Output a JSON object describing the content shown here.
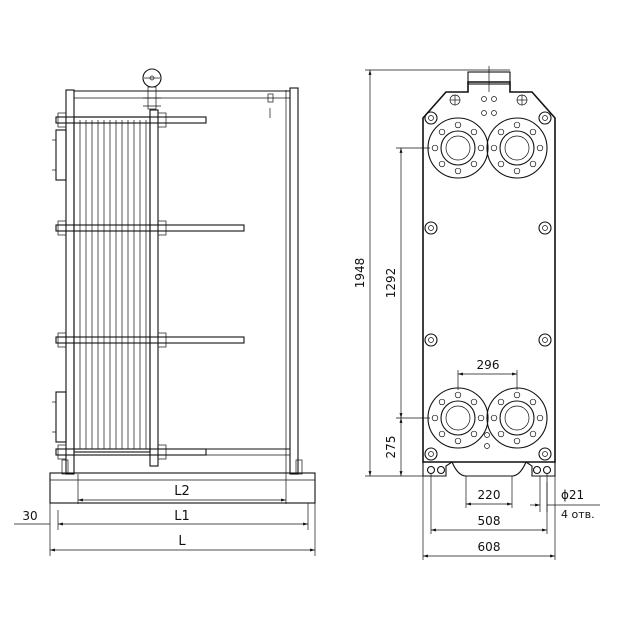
{
  "dimensions": {
    "l2": "L2",
    "l1": "L1",
    "l": "L",
    "offset_30": "30",
    "height_1948": "1948",
    "height_1292": "1292",
    "height_275": "275",
    "spacing_296": "296",
    "width_220": "220",
    "width_508": "508",
    "width_608": "608",
    "hole_diameter": "ϕ21",
    "hole_count": "4 отв."
  }
}
